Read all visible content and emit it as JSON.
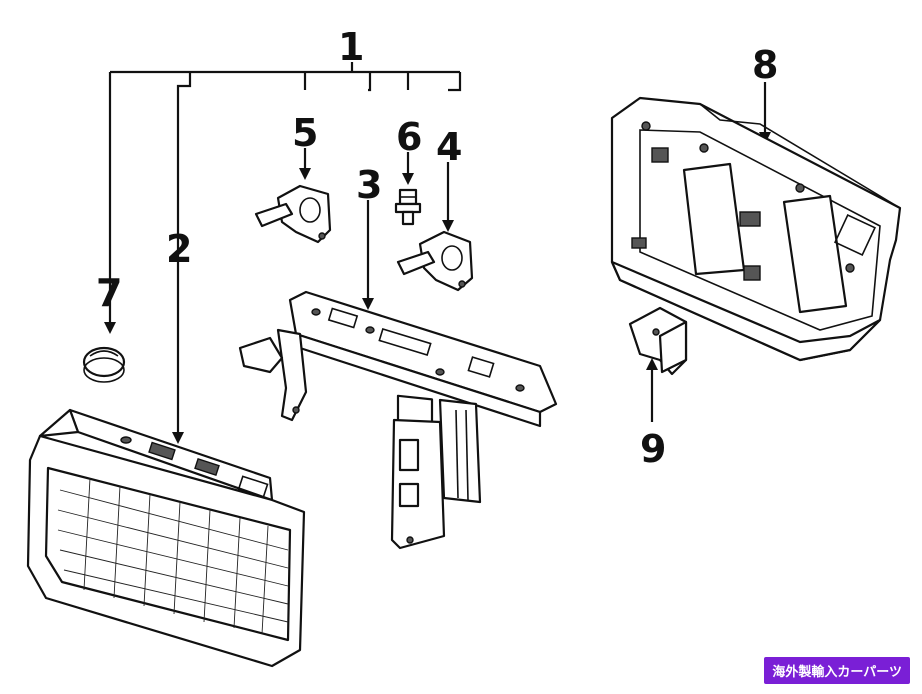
{
  "diagram": {
    "callouts": [
      {
        "id": "1",
        "label": "1"
      },
      {
        "id": "2",
        "label": "2"
      },
      {
        "id": "3",
        "label": "3"
      },
      {
        "id": "4",
        "label": "4"
      },
      {
        "id": "5",
        "label": "5"
      },
      {
        "id": "6",
        "label": "6"
      },
      {
        "id": "7",
        "label": "7"
      },
      {
        "id": "8",
        "label": "8"
      },
      {
        "id": "9",
        "label": "9"
      }
    ]
  },
  "watermark": {
    "text": "海外製輸入カーパーツ",
    "color": "#7a1fd6"
  }
}
